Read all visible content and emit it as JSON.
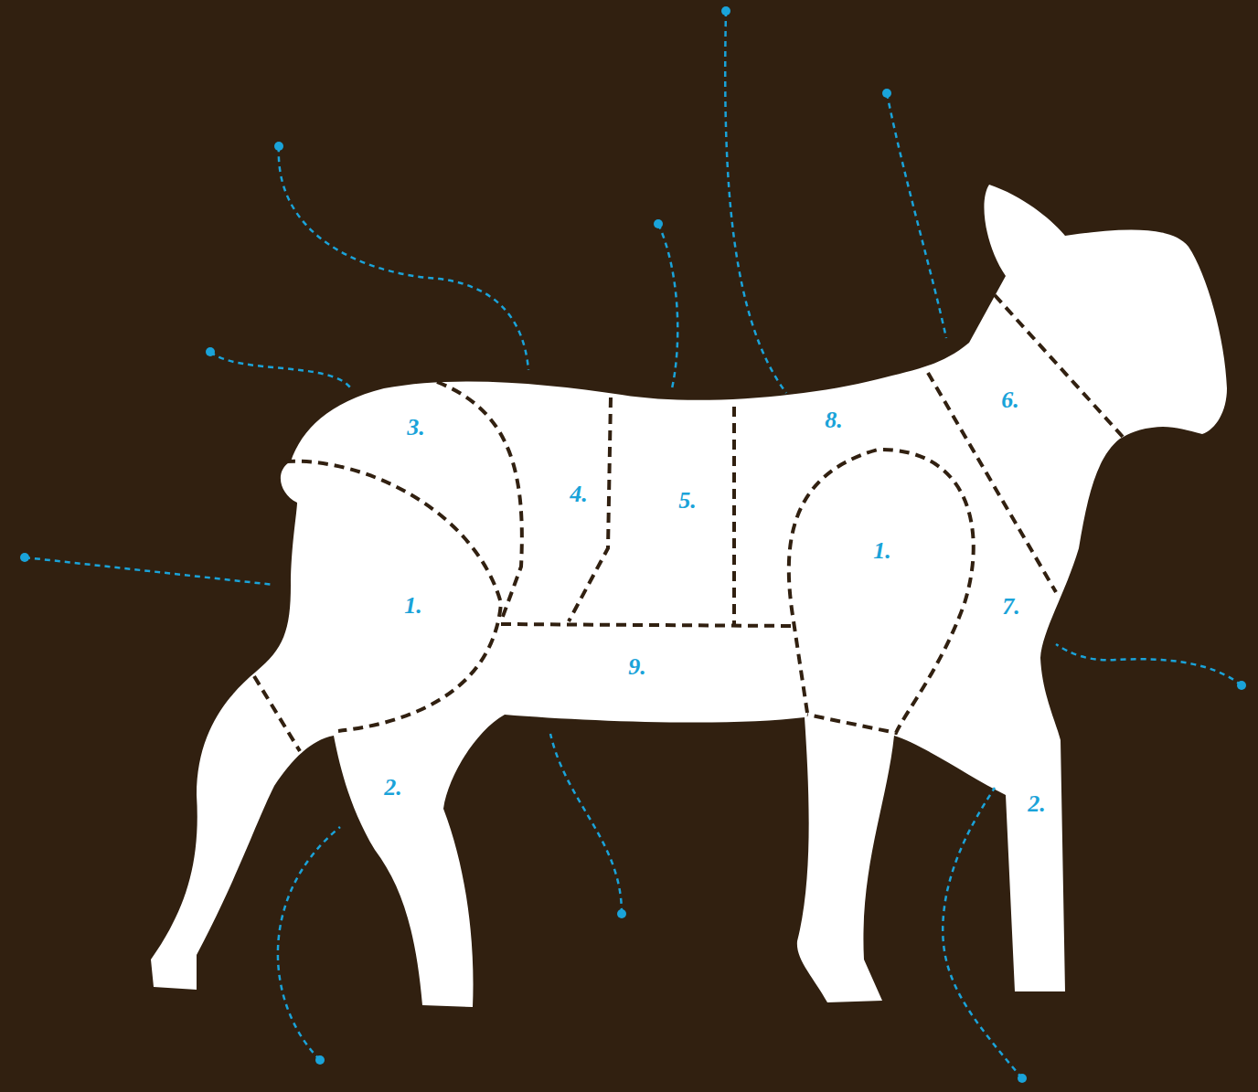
{
  "diagram": {
    "labels": [
      "6.",
      "8.",
      "3.",
      "4.",
      "5.",
      "1.",
      "1.",
      "7.",
      "9.",
      "2.",
      "2."
    ]
  }
}
